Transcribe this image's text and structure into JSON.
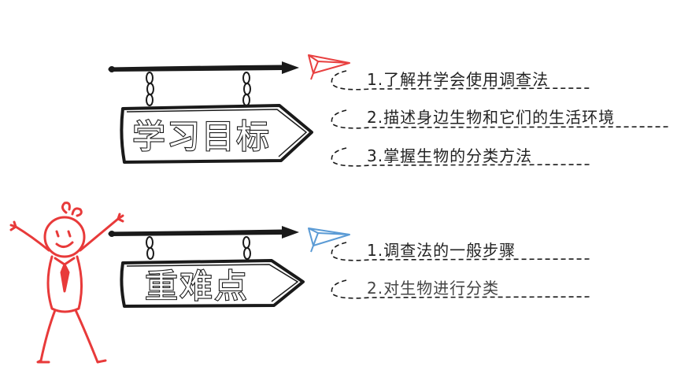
{
  "section1": {
    "title": "学习目标",
    "items": [
      "1.了解并学会使用调查法",
      "2.描述身边生物和它们的生活环境",
      "3.掌握生物的分类方法"
    ]
  },
  "section2": {
    "title": "重难点",
    "items": [
      "1.调查法的一般步骤",
      "2.对生物进行分类"
    ]
  },
  "colors": {
    "ink": "#1a1a1a",
    "figure": "#e83a3a",
    "plane_top": "#e84040",
    "plane_bottom": "#5b9bd5"
  },
  "icons": [
    "paper-plane-icon",
    "paper-plane-icon",
    "stick-figure-icon"
  ]
}
